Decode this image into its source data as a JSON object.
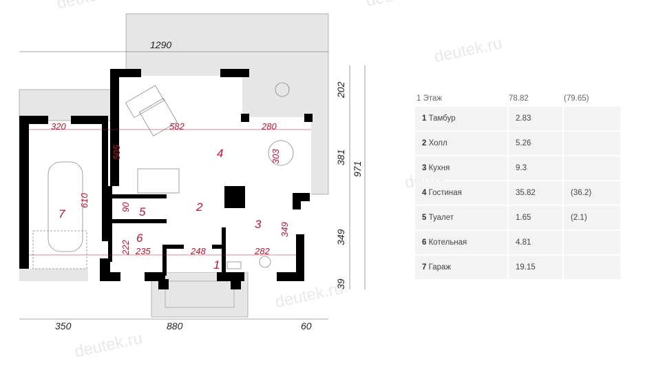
{
  "watermark": "deutek.ru",
  "plan": {
    "outer_dims": {
      "top": "1290",
      "bottom_left": "350",
      "bottom_mid": "880",
      "bottom_right": "60",
      "right_1": "202",
      "right_2": "381",
      "right_3": "349",
      "right_4": "39",
      "right_total": "971"
    },
    "inner_dims": {
      "d320": "320",
      "d582": "582",
      "d280": "280",
      "d505": "505",
      "d303": "303",
      "d610": "610",
      "d90": "90",
      "d222": "222",
      "d235": "235",
      "d248": "248",
      "d282": "282",
      "d349": "349"
    },
    "rooms": {
      "r1": "1",
      "r2": "2",
      "r3": "3",
      "r4": "4",
      "r5": "5",
      "r6": "6",
      "r7": "7"
    }
  },
  "table": {
    "header": {
      "label": "1 Этаж",
      "area": "78.82",
      "area_alt": "(79.65)"
    },
    "rows": [
      {
        "num": "1",
        "name": "Тамбур",
        "area": "2.83",
        "area_alt": ""
      },
      {
        "num": "2",
        "name": "Холл",
        "area": "5.26",
        "area_alt": ""
      },
      {
        "num": "3",
        "name": "Кухня",
        "area": "9.3",
        "area_alt": ""
      },
      {
        "num": "4",
        "name": "Гостиная",
        "area": "35.82",
        "area_alt": "(36.2)"
      },
      {
        "num": "5",
        "name": "Туалет",
        "area": "1.65",
        "area_alt": "(2.1)"
      },
      {
        "num": "6",
        "name": "Котельная",
        "area": "4.81",
        "area_alt": ""
      },
      {
        "num": "7",
        "name": "Гараж",
        "area": "19.15",
        "area_alt": ""
      }
    ]
  }
}
